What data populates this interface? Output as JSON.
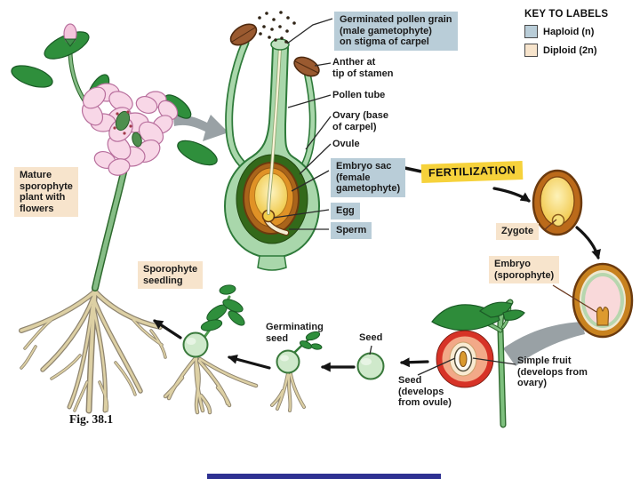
{
  "figure_caption": "Fig. 38.1",
  "key": {
    "title": "KEY TO LABELS",
    "haploid_label": "Haploid (n)",
    "diploid_label": "Diploid (2n)"
  },
  "colors": {
    "haploid_bg": "#b9cdd8",
    "diploid_bg": "#f7e4cc",
    "fertilization_bg": "#f6d23b",
    "footer_bar": "#2e3192"
  },
  "labels": {
    "germinated_pollen_grain": "Germinated pollen grain\n(male gametophyte)\non stigma of carpel",
    "anther": "Anther at\ntip of stamen",
    "pollen_tube": "Pollen tube",
    "ovary": "Ovary (base\nof carpel)",
    "ovule": "Ovule",
    "embryo_sac": "Embryo sac\n(female\ngametophyte)",
    "egg": "Egg",
    "sperm": "Sperm",
    "fertilization": "FERTILIZATION",
    "zygote": "Zygote",
    "embryo": "Embryo\n(sporophyte)",
    "simple_fruit": "Simple fruit\n(develops from\novary)",
    "seed_from_ovule": "Seed\n(develops\nfrom ovule)",
    "seed": "Seed",
    "germinating_seed": "Germinating\nseed",
    "sporophyte_seedling": "Sporophyte\nseedling",
    "mature_sporophyte": "Mature\nsporophyte\nplant with\nflowers"
  }
}
